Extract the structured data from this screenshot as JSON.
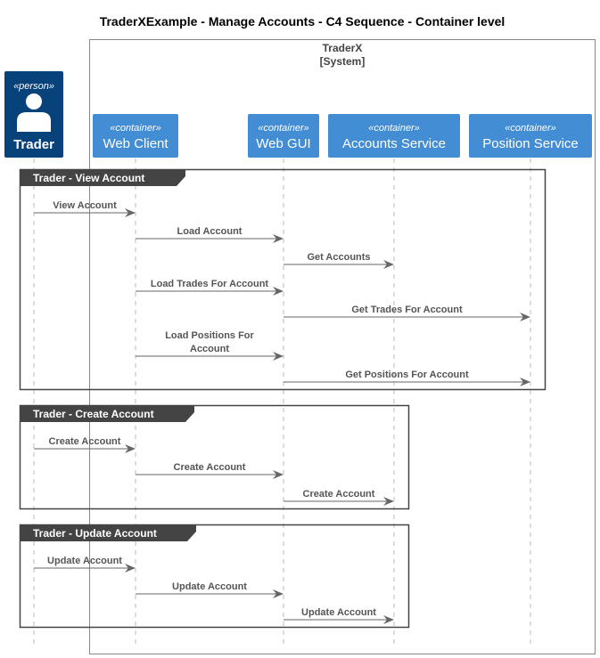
{
  "title": "TraderXExample - Manage Accounts - C4 Sequence - Container level",
  "system": {
    "name": "TraderX",
    "type": "[System]"
  },
  "participants": [
    {
      "id": "trader",
      "stereotype": "«person»",
      "name": "Trader"
    },
    {
      "id": "web-client",
      "stereotype": "«container»",
      "name": "Web Client"
    },
    {
      "id": "web-gui",
      "stereotype": "«container»",
      "name": "Web GUI"
    },
    {
      "id": "accounts-service",
      "stereotype": "«container»",
      "name": "Accounts Service"
    },
    {
      "id": "position-service",
      "stereotype": "«container»",
      "name": "Position Service"
    }
  ],
  "groups": [
    {
      "label": "Trader - View Account",
      "messages": [
        {
          "from": 0,
          "to": 1,
          "lines": [
            "View Account"
          ]
        },
        {
          "from": 1,
          "to": 2,
          "lines": [
            "Load Account"
          ]
        },
        {
          "from": 2,
          "to": 3,
          "lines": [
            "Get Accounts"
          ]
        },
        {
          "from": 1,
          "to": 2,
          "lines": [
            "Load Trades For Account"
          ]
        },
        {
          "from": 2,
          "to": 4,
          "lines": [
            "Get Trades For Account"
          ]
        },
        {
          "from": 1,
          "to": 2,
          "lines": [
            "Load Positions For",
            "Account"
          ]
        },
        {
          "from": 2,
          "to": 4,
          "lines": [
            "Get Positions For Account"
          ]
        }
      ]
    },
    {
      "label": "Trader - Create Account",
      "messages": [
        {
          "from": 0,
          "to": 1,
          "lines": [
            "Create Account"
          ]
        },
        {
          "from": 1,
          "to": 2,
          "lines": [
            "Create Account"
          ]
        },
        {
          "from": 2,
          "to": 3,
          "lines": [
            "Create Account"
          ]
        }
      ]
    },
    {
      "label": "Trader - Update Account",
      "messages": [
        {
          "from": 0,
          "to": 1,
          "lines": [
            "Update Account"
          ]
        },
        {
          "from": 1,
          "to": 2,
          "lines": [
            "Update Account"
          ]
        },
        {
          "from": 2,
          "to": 3,
          "lines": [
            "Update Account"
          ]
        }
      ]
    }
  ],
  "colors": {
    "person": "#08427B",
    "container": "#438DD5",
    "group_header": "#444444",
    "arrow": "#666666",
    "lifeline": "#BBBBBB",
    "system_border": "#888888"
  }
}
